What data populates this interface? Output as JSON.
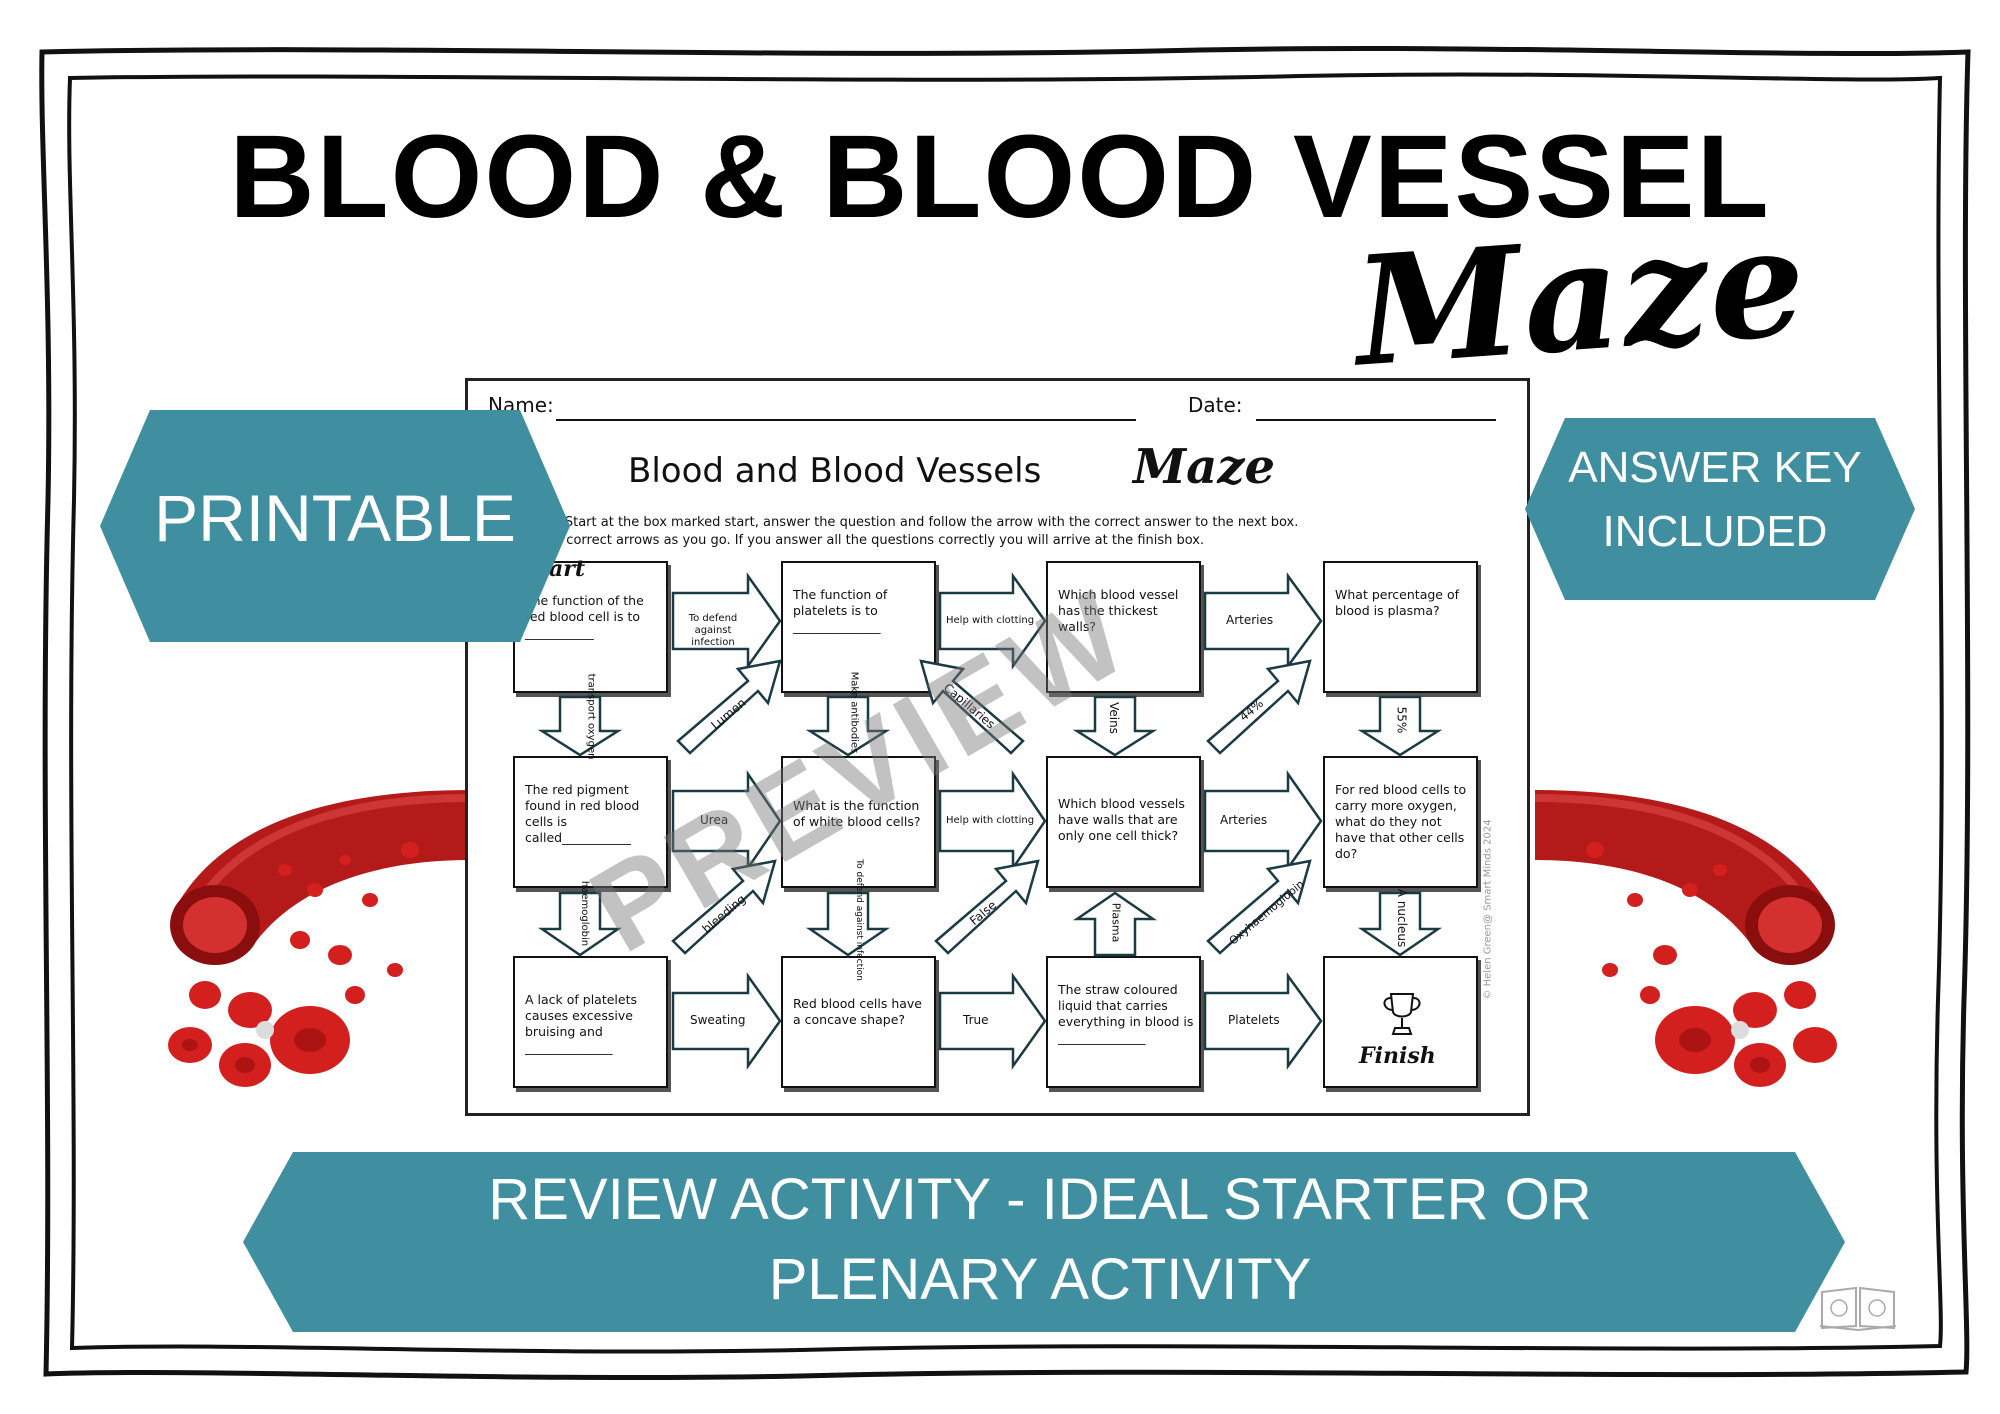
{
  "header": {
    "title": "BLOOD & BLOOD VESSEL",
    "script_title": "Maze"
  },
  "badges": {
    "printable": "PRINTABLE",
    "answer_key_line1": "ANSWER KEY",
    "answer_key_line2": "INCLUDED",
    "bottom_line1": "REVIEW ACTIVITY -   IDEAL STARTER OR",
    "bottom_line2": "PLENARY ACTIVITY"
  },
  "colors": {
    "teal": "#3f8fa0",
    "blood_red": "#cc1a1a"
  },
  "worksheet": {
    "name_label": "Name:",
    "date_label": "Date:",
    "title": "Blood and Blood Vessels",
    "title_script": "Maze",
    "instructions_1": "Instructions: Start at the box marked start, answer the question and follow the arrow with the correct answer to the next box.",
    "instructions_2": "Shade in the correct arrows as you go. If you answer all the questions correctly you will arrive at the finish box.",
    "start_label": "Start",
    "finish_label": "Finish",
    "watermark": "PREVIEW",
    "copyright": "© Helen Green@ Smart Minds 2024",
    "boxes": [
      {
        "text": "The function of the red blood cell is to ___________"
      },
      {
        "text": "The function of platelets is to ______________"
      },
      {
        "text": "Which blood vessel has the thickest walls?"
      },
      {
        "text": "What percentage of blood is plasma?"
      },
      {
        "text": "The red pigment found in red blood cells is called___________"
      },
      {
        "text": "What is the function of white blood cells?"
      },
      {
        "text": "Which blood vessels have walls that are only one cell thick?"
      },
      {
        "text": "For red blood cells to carry more oxygen, what do they not have that other cells do?"
      },
      {
        "text": "A lack of platelets causes excessive bruising and ______________"
      },
      {
        "text": "Red blood cells have a concave shape?"
      },
      {
        "text": "The straw coloured liquid that carries everything in blood is ______________"
      },
      {
        "text": ""
      }
    ],
    "arrows": [
      "To defend against infection",
      "Help with clotting",
      "Arteries",
      "transport oxygen",
      "Lumen",
      "Make antibodies",
      "Capillaries",
      "Veins",
      "44%",
      "55%",
      "Urea",
      "Help with clotting",
      "Arteries",
      "haemoglobin",
      "bleeding",
      "To defend against infection",
      "False",
      "Plasma",
      "Oxyhaemoglobin",
      "A nucleus",
      "Sweating",
      "True",
      "Platelets"
    ]
  }
}
